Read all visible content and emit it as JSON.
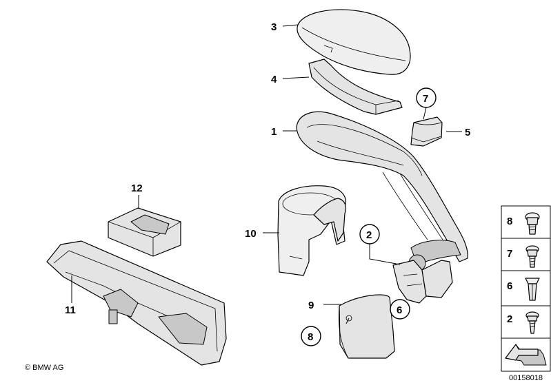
{
  "diagram": {
    "callouts": {
      "p1": "1",
      "p2": "2",
      "p3": "3",
      "p4": "4",
      "p5": "5",
      "p6": "6",
      "p7": "7",
      "p8": "8",
      "p9": "9",
      "p10": "10",
      "p11": "11",
      "p12": "12"
    },
    "legend": [
      "8",
      "7",
      "6",
      "2"
    ],
    "copyright": "© BMW AG",
    "drawing_number": "00158018"
  }
}
